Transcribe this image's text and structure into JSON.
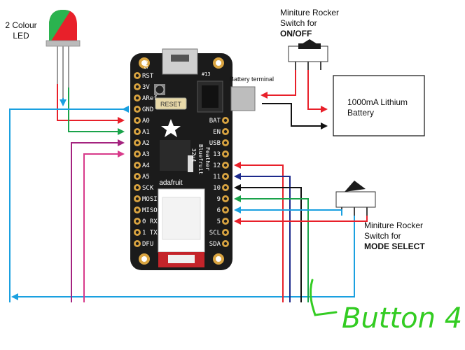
{
  "labels": {
    "led": [
      "2 Colour",
      "LED"
    ],
    "switch_onoff": [
      "Miniture Rocker",
      "Switch for",
      "ON/OFF"
    ],
    "switch_mode": [
      "Miniture Rocker",
      "Switch for",
      "MODE SELECT"
    ],
    "battery_terminal": "Battery terminal",
    "battery": [
      "1000mA Lithium",
      "Battery"
    ],
    "handwritten": "Button 4"
  },
  "board": {
    "reset_label": "RESET",
    "brand": "adafruit",
    "chip_text": [
      "Feather",
      "Bluefruit",
      "32u4"
    ],
    "pins_left": [
      "RST",
      "3V",
      "ARef",
      "GND",
      "A0",
      "A1",
      "A2",
      "A3",
      "A4",
      "A5",
      "SCK",
      "MOSI",
      "MISO",
      "0 RX",
      "1 TX",
      "DFU"
    ],
    "pins_right": [
      "BAT",
      "EN",
      "USB",
      "13",
      "12",
      "11",
      "10",
      "9",
      "6",
      "5",
      "SCL",
      "SDA"
    ],
    "top_labels": [
      "CHG",
      "#13"
    ]
  },
  "colors": {
    "red": "#e8202a",
    "green": "#1aa34a",
    "blue": "#1aa0e0",
    "navy": "#1c2a8c",
    "black": "#111111",
    "magenta": "#a4237f",
    "pink": "#d83a8a",
    "board": "#1b1b1b",
    "handwriting": "#33cc22"
  }
}
